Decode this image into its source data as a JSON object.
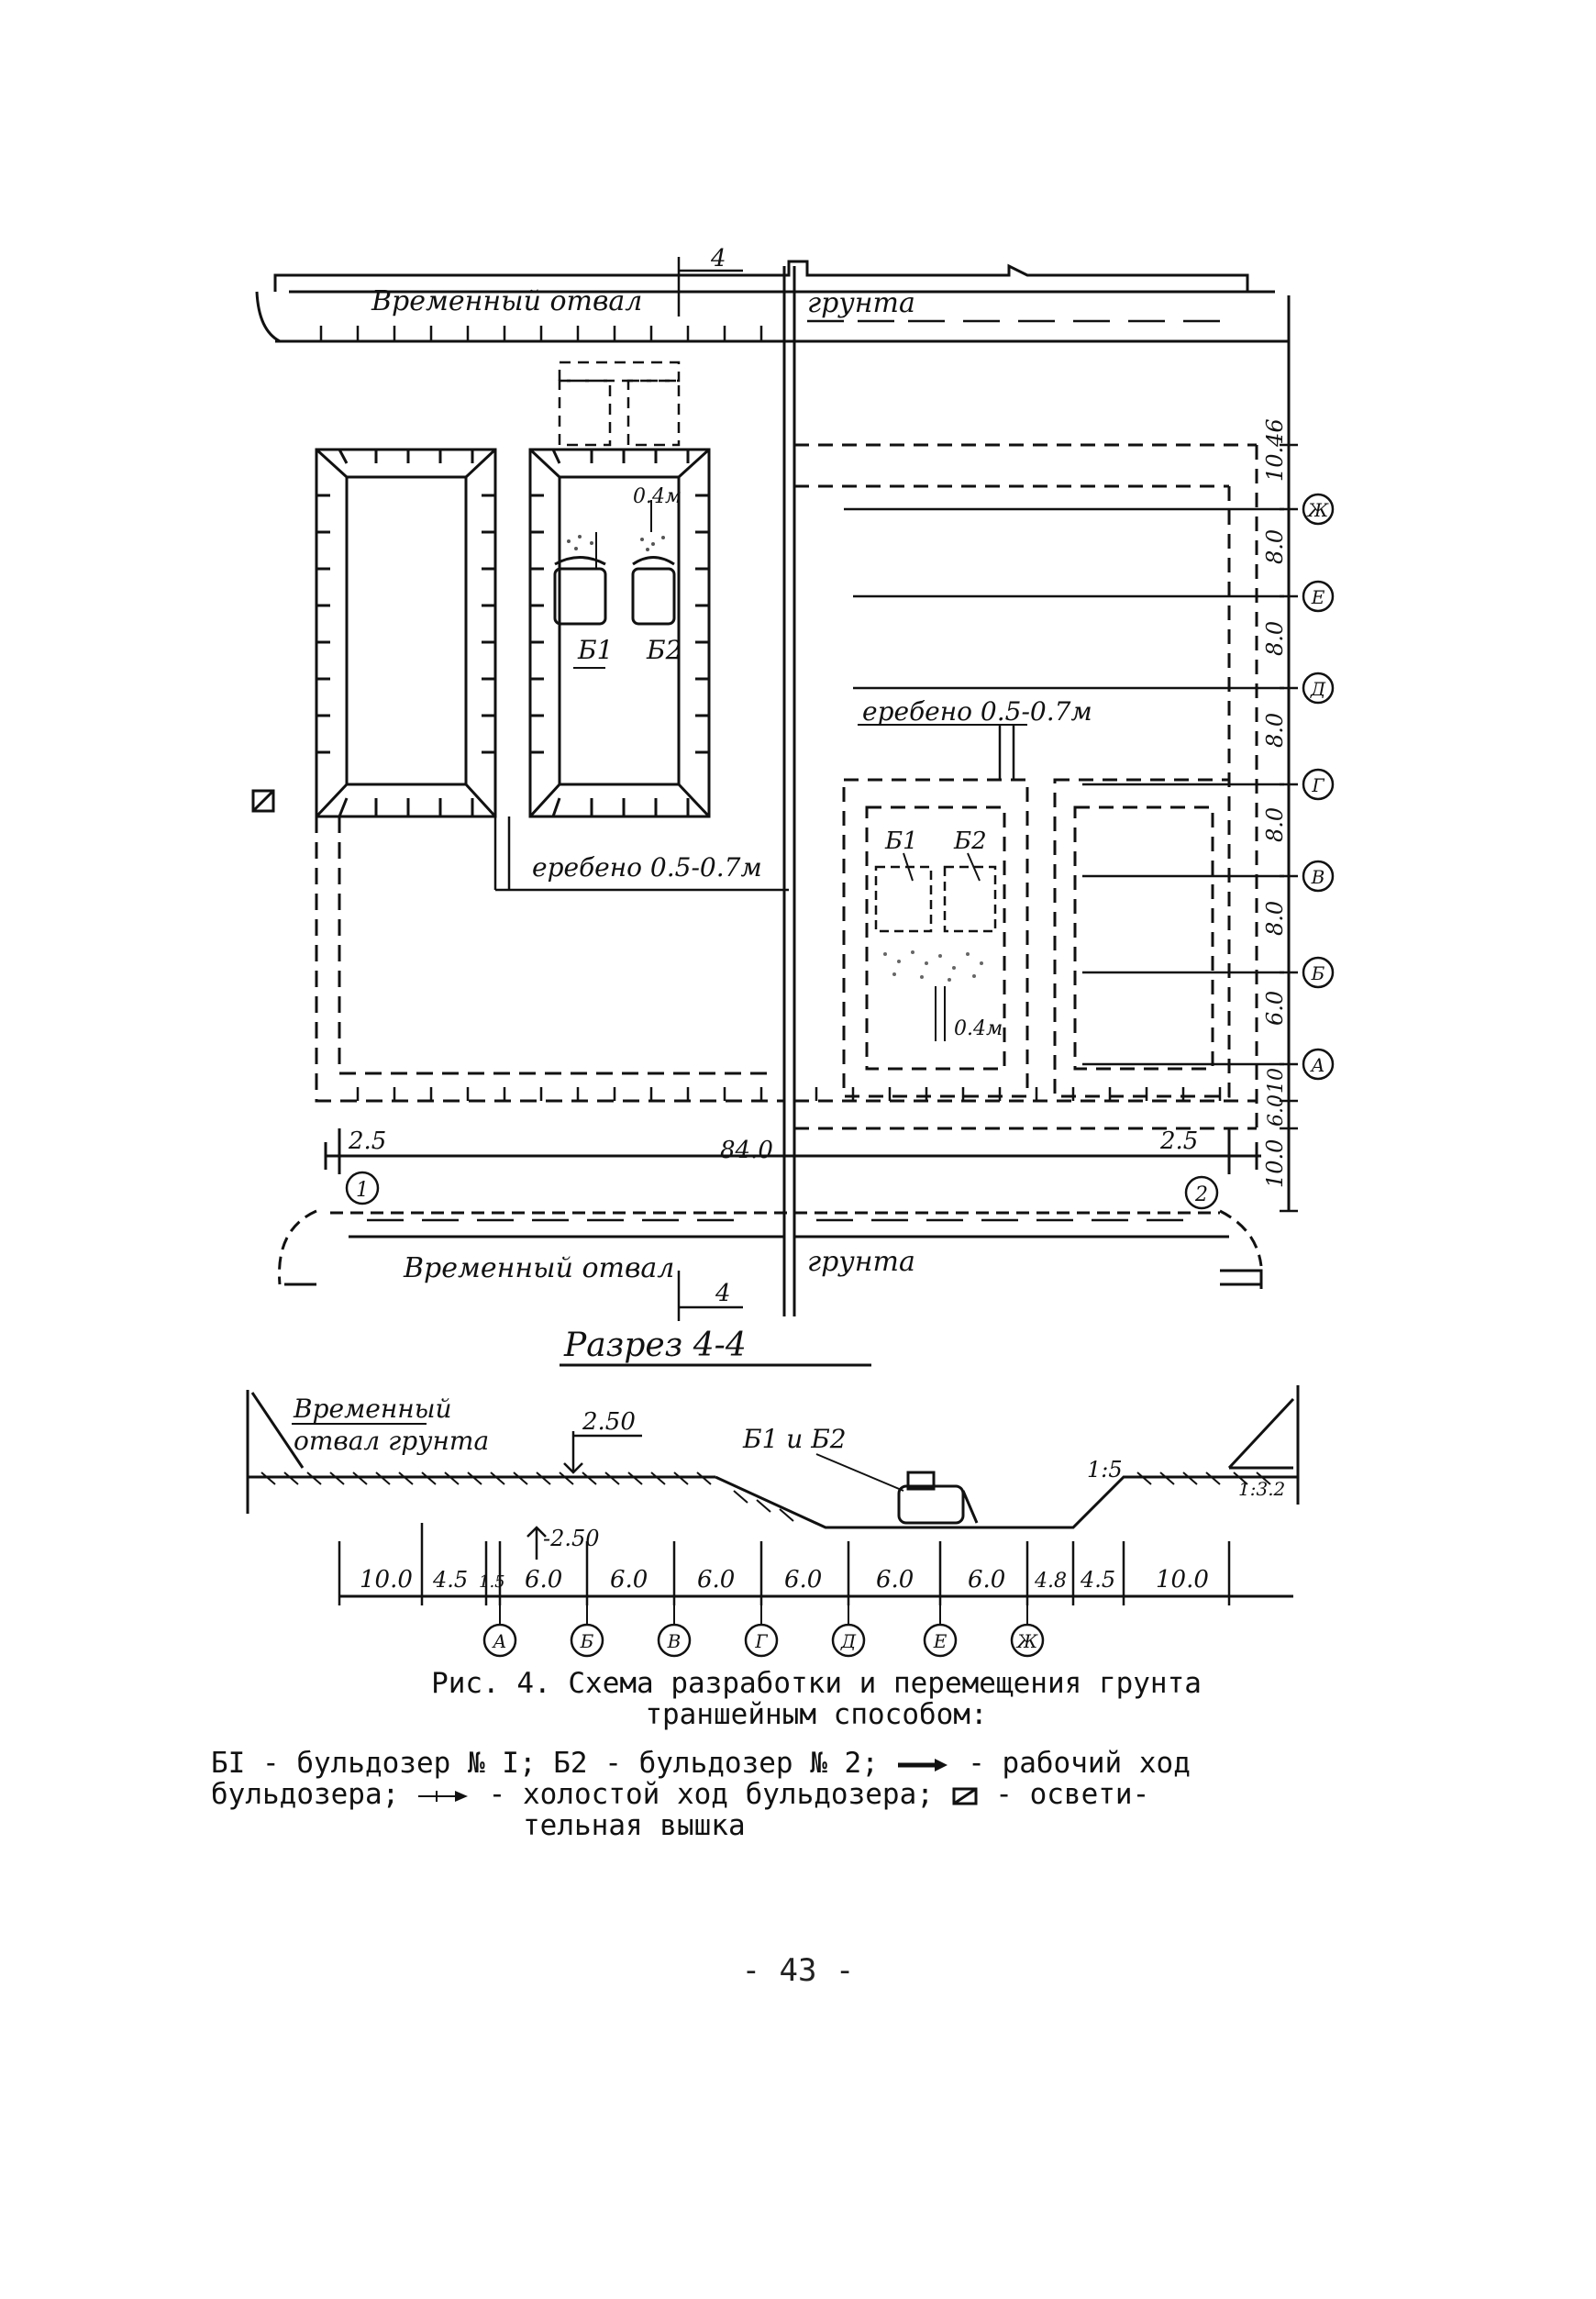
{
  "plan": {
    "top_spoil_label_1": "Временный отвал",
    "top_spoil_label_2": "грунта",
    "bottom_spoil_label_1": "Временный отвал",
    "bottom_spoil_label_2": "грунта",
    "section_marker": "4",
    "pile_note_left": "еребено 0.5-0.7м",
    "pile_note_right": "еребено 0.5-0.7м",
    "bulldozer_b1": "Б1",
    "bulldozer_b2": "Б2",
    "depth_note": "0.4м",
    "dim_left": "2.5",
    "dim_total": "84.0",
    "dim_right": "2.5",
    "axis_num_1": "1",
    "axis_num_2": "2",
    "right_dims": [
      "10.46",
      "8.0",
      "8.0",
      "8.0",
      "8.0",
      "8.0",
      "6.0",
      "10",
      "6.0",
      "10.0"
    ],
    "right_axes": [
      "Ж",
      "Е",
      "Д",
      "Г",
      "В",
      "Б",
      "А"
    ],
    "tower_label": "☒"
  },
  "section": {
    "title": "Разрез 4-4",
    "spoil_label_1": "Временный",
    "spoil_label_2": "отвал грунта",
    "elev_top": "2.50",
    "elev_bottom": "-2.50",
    "bulldozers": "Б1 и Б2",
    "slope": "1:5",
    "slope_right": "1:3.2",
    "dims": [
      "10.0",
      "4.5",
      "1.5",
      "6.0",
      "6.0",
      "6.0",
      "6.0",
      "6.0",
      "6.0",
      "4.8",
      "4.5",
      "10.0"
    ],
    "axes": [
      "А",
      "Б",
      "В",
      "Г",
      "Д",
      "Е",
      "Ж"
    ]
  },
  "caption": {
    "title_line1": "Рис. 4. Схема разработки и перемещения грунта",
    "title_line2": "траншейным способом:",
    "legend_line1_a": "БI - бульдозер № I; Б2 - бульдозер № 2;",
    "legend_line1_b": "- рабочий ход",
    "legend_line2_a": "бульдозера;",
    "legend_line2_b": "- холостой ход бульдозера;",
    "legend_line2_c": "- освети-",
    "legend_line3": "тельная вышка"
  },
  "page_number": "- 43 -"
}
